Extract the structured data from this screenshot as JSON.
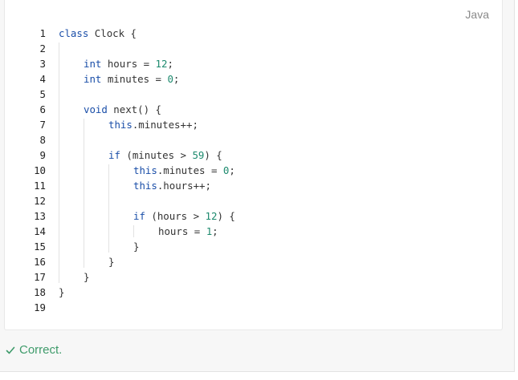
{
  "editor": {
    "language": "Java",
    "lines": [
      {
        "n": "1",
        "indent": 0,
        "tokens": [
          [
            "kw",
            "class"
          ],
          [
            "p",
            " Clock {"
          ]
        ]
      },
      {
        "n": "2",
        "indent": 0,
        "tokens": []
      },
      {
        "n": "3",
        "indent": 1,
        "tokens": [
          [
            "kw",
            "int"
          ],
          [
            "p",
            " hours = "
          ],
          [
            "num",
            "12"
          ],
          [
            "p",
            ";"
          ]
        ]
      },
      {
        "n": "4",
        "indent": 1,
        "tokens": [
          [
            "kw",
            "int"
          ],
          [
            "p",
            " minutes = "
          ],
          [
            "num",
            "0"
          ],
          [
            "p",
            ";"
          ]
        ]
      },
      {
        "n": "5",
        "indent": 0,
        "tokens": []
      },
      {
        "n": "6",
        "indent": 1,
        "tokens": [
          [
            "kw",
            "void"
          ],
          [
            "p",
            " next() {"
          ]
        ]
      },
      {
        "n": "7",
        "indent": 2,
        "tokens": [
          [
            "kw",
            "this"
          ],
          [
            "p",
            ".minutes++;"
          ]
        ]
      },
      {
        "n": "8",
        "indent": 0,
        "tokens": []
      },
      {
        "n": "9",
        "indent": 2,
        "tokens": [
          [
            "kw",
            "if"
          ],
          [
            "p",
            " (minutes > "
          ],
          [
            "num",
            "59"
          ],
          [
            "p",
            ") {"
          ]
        ]
      },
      {
        "n": "10",
        "indent": 3,
        "tokens": [
          [
            "kw",
            "this"
          ],
          [
            "p",
            ".minutes = "
          ],
          [
            "num",
            "0"
          ],
          [
            "p",
            ";"
          ]
        ]
      },
      {
        "n": "11",
        "indent": 3,
        "tokens": [
          [
            "kw",
            "this"
          ],
          [
            "p",
            ".hours++;"
          ]
        ]
      },
      {
        "n": "12",
        "indent": 0,
        "tokens": []
      },
      {
        "n": "13",
        "indent": 3,
        "tokens": [
          [
            "kw",
            "if"
          ],
          [
            "p",
            " (hours > "
          ],
          [
            "num",
            "12"
          ],
          [
            "p",
            ") {"
          ]
        ]
      },
      {
        "n": "14",
        "indent": 4,
        "tokens": [
          [
            "p",
            "hours = "
          ],
          [
            "num",
            "1"
          ],
          [
            "p",
            ";"
          ]
        ]
      },
      {
        "n": "15",
        "indent": 3,
        "tokens": [
          [
            "p",
            "}"
          ]
        ]
      },
      {
        "n": "16",
        "indent": 2,
        "tokens": [
          [
            "p",
            "}"
          ]
        ]
      },
      {
        "n": "17",
        "indent": 1,
        "tokens": [
          [
            "p",
            "}"
          ]
        ]
      },
      {
        "n": "18",
        "indent": 0,
        "tokens": [
          [
            "p",
            "}"
          ]
        ]
      },
      {
        "n": "19",
        "indent": 0,
        "tokens": []
      }
    ]
  },
  "result": {
    "icon": "check-icon",
    "text": "Correct.",
    "color": "#3f9b6b"
  },
  "colors": {
    "keyword": "#1a4ea8",
    "number": "#1d8a6e",
    "text": "#333333"
  }
}
